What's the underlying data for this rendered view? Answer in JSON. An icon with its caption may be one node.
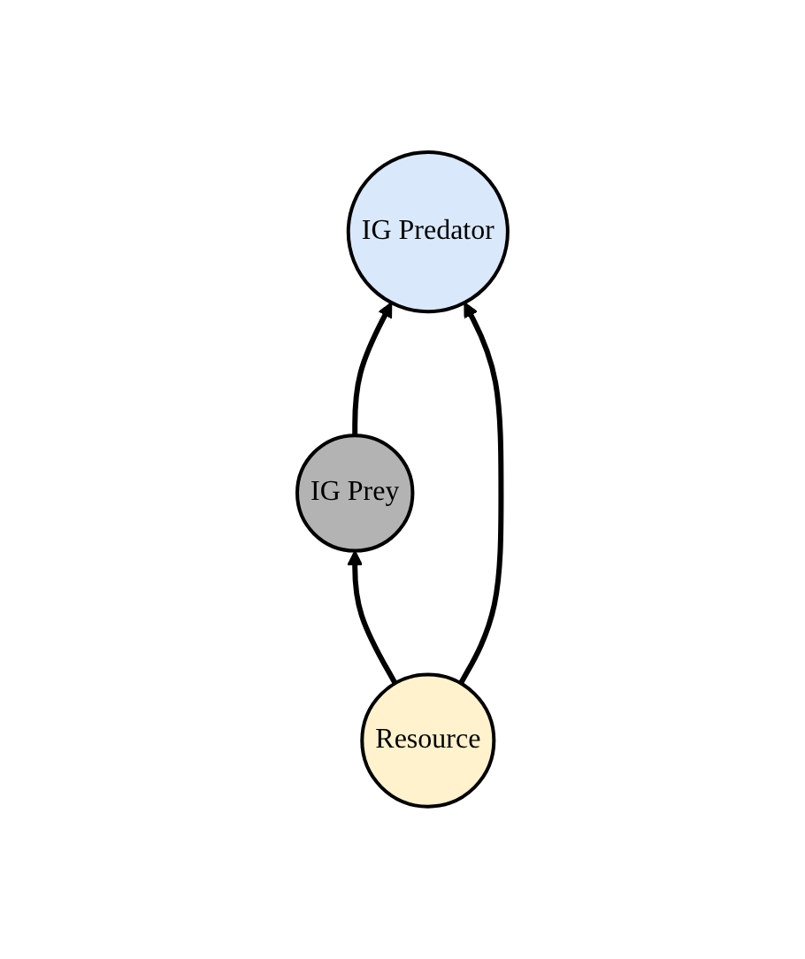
{
  "diagram": {
    "nodes": [
      {
        "text": [
          "IG Predator"
        ]
      },
      {
        "text": [
          "IG Prey"
        ]
      },
      {
        "text": [
          "Resource"
        ]
      }
    ],
    "edges": [
      {
        "from": 1,
        "to": 0,
        "arrow": "to"
      },
      {
        "from": 2,
        "to": 1,
        "arrow": "to"
      },
      {
        "from": 2,
        "to": 0,
        "arrow": "to"
      }
    ]
  }
}
